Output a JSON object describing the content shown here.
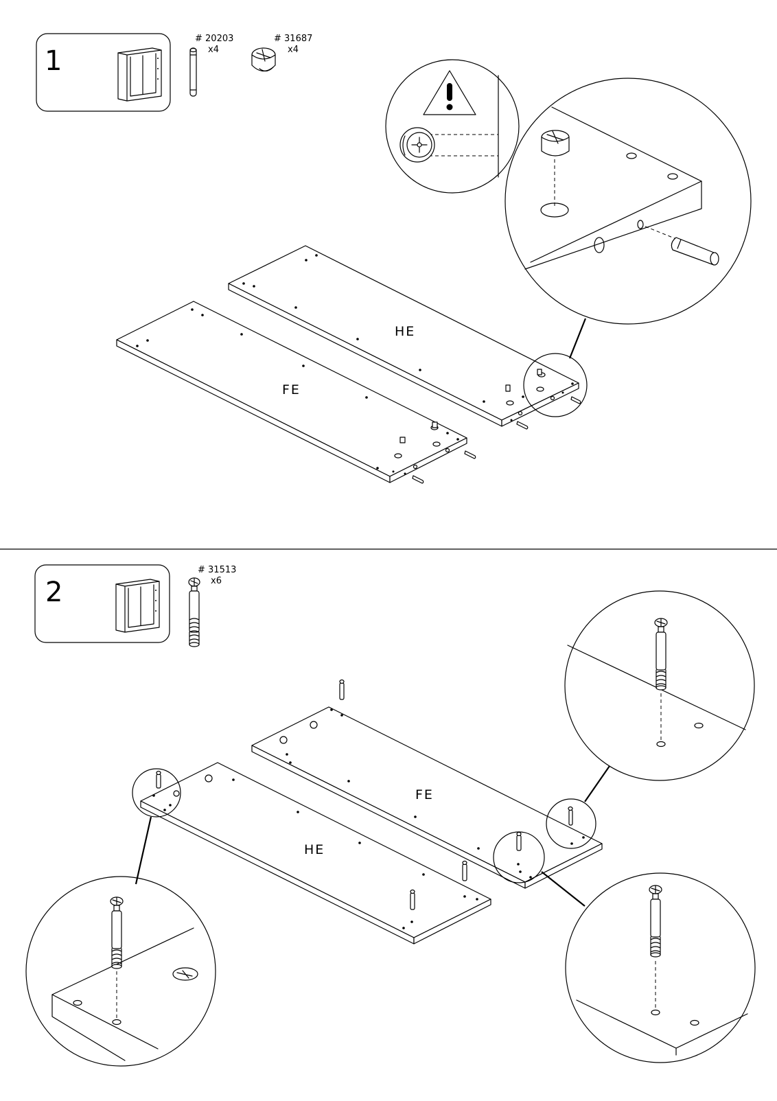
{
  "step1": {
    "number": "1",
    "parts": [
      {
        "code": "# 20203",
        "qty": "x4",
        "icon": "dowel-icon"
      },
      {
        "code": "# 31687",
        "qty": "x4",
        "icon": "cam-lock-icon"
      }
    ],
    "boards": {
      "back": "HE",
      "front": "FE"
    },
    "warning_icon": "warning-triangle-icon"
  },
  "step2": {
    "number": "2",
    "parts": [
      {
        "code": "# 31513",
        "qty": "x6",
        "icon": "cam-bolt-icon"
      }
    ],
    "boards": {
      "back": "FE",
      "front": "HE"
    }
  }
}
